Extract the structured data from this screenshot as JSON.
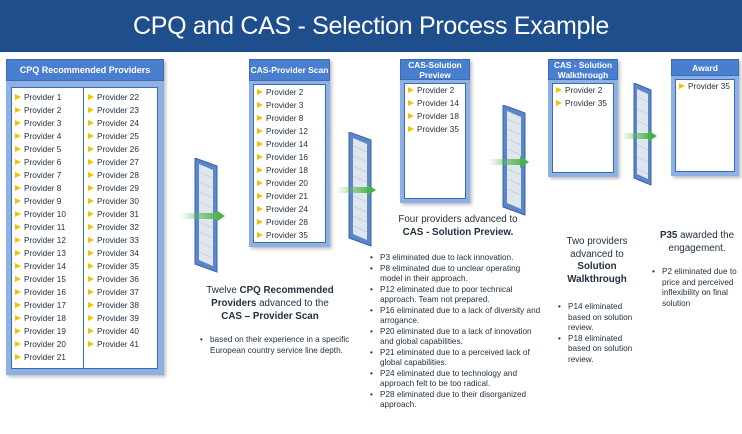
{
  "title": "CPQ and CAS - Selection Process Example",
  "panels": {
    "cpq": {
      "title": "CPQ Recommended Providers",
      "col1": [
        "Provider 1",
        "Provider 2",
        "Provider 3",
        "Provider 4",
        "Provider 5",
        "Provider 6",
        "Provider 7",
        "Provider 8",
        "Provider 9",
        "Provider 10",
        "Provider 11",
        "Provider 12",
        "Provider 13",
        "Provider 14",
        "Provider 15",
        "Provider 16",
        "Provider 17",
        "Provider 18",
        "Provider 19",
        "Provider 20",
        "Provider 21"
      ],
      "col2": [
        "Provider 22",
        "Provider 23",
        "Provider 24",
        "Provider 25",
        "Provider 26",
        "Provider 27",
        "Provider 28",
        "Provider 29",
        "Provider 30",
        "Provider 31",
        "Provider 32",
        "Provider 33",
        "Provider 34",
        "Provider 35",
        "Provider 36",
        "Provider 37",
        "Provider 38",
        "Provider 39",
        "Provider 40",
        "Provider 41"
      ]
    },
    "scan": {
      "title": "CAS-Provider Scan",
      "items": [
        "Provider 2",
        "Provider 3",
        "Provider 8",
        "Provider 12",
        "Provider 14",
        "Provider 16",
        "Provider 18",
        "Provider 20",
        "Provider 21",
        "Provider 24",
        "Provider 28",
        "Provider 35"
      ]
    },
    "preview": {
      "title_line1": "CAS-Solution",
      "title_line2": "Preview",
      "items": [
        "Provider 2",
        "Provider 14",
        "Provider 18",
        "Provider 35"
      ]
    },
    "walkthrough": {
      "title_line1": "CAS - Solution",
      "title_line2": "Walkthrough",
      "items": [
        "Provider 2",
        "Provider 35"
      ]
    },
    "award": {
      "title": "Award",
      "items": [
        "Provider 35"
      ]
    }
  },
  "stage1": {
    "line1_pre": "Twelve ",
    "line1_bold": "CPQ Recommended",
    "line2_bold": "Providers",
    "line2_post": " advanced to the",
    "line3_bold": "CAS – Provider Scan",
    "bullets": [
      "based on their experience in a specific European country service line depth."
    ]
  },
  "stage2": {
    "line1": "Four providers advanced to",
    "line2_bold": "CAS - Solution Preview.",
    "bullets": [
      "P3 eliminated due to lack innovation.",
      "P8 eliminated  due to unclear operating model in their approach.",
      "P12 eliminated due to poor technical approach. Team not prepared.",
      "P16 eliminated due to a lack of diversity and arrogance.",
      "P20 eliminated due to a lack of innovation and global capabilities.",
      "P21 eliminated due to a perceived lack of global capabilities.",
      "P24 eliminated due to technology and approach felt to be too radical.",
      "P28 eliminated due to their disorganized approach."
    ]
  },
  "stage3": {
    "line1": "Two providers",
    "line2": "advanced to",
    "line3_bold": "Solution",
    "line4_bold": "Walkthrough",
    "bullets": [
      "P14 eliminated based on solution review.",
      "P18 eliminated based on solution review."
    ]
  },
  "stage4": {
    "line1_bold": "P35",
    "line1_post": " awarded the",
    "line2": "engagement.",
    "bullets": [
      "P2 eliminated due to price and perceived inflexibility on final solution"
    ]
  },
  "colors": {
    "banner": "#1f4e8c",
    "panel_header": "#4a7fd0",
    "panel_frame": "#8fb0e3",
    "bullet_triangle": "#f2c200",
    "arrow": "#4caf50"
  }
}
